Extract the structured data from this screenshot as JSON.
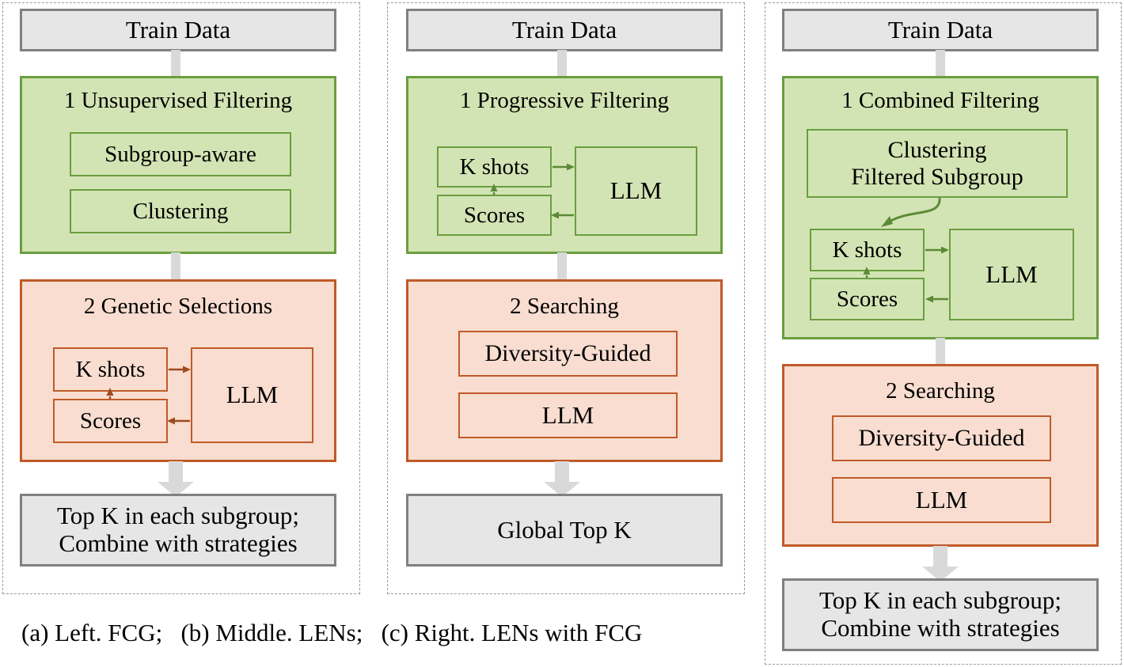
{
  "figure": {
    "caption": "(a) Left. FCG;   (b) Middle. LENs;   (c) Right. LENs with FCG"
  },
  "colors": {
    "gray_fill": "#e6e6e6",
    "gray_border": "#808080",
    "green_fill": "#d3e4b4",
    "green_border": "#6a9e3f",
    "salmon_fill": "#f8ddd0",
    "salmon_border": "#c05a28",
    "connector": "#d9d9d9",
    "panel_border": "#9a9a9a"
  },
  "panels": [
    {
      "id": "left",
      "name": "FCG",
      "input": "Train Data",
      "stage1": {
        "title": "1 Unsupervised Filtering",
        "items": [
          "Subgroup-aware",
          "Clustering"
        ]
      },
      "stage2": {
        "title": "2 Genetic Selections",
        "loop": {
          "shots": "K shots",
          "scores": "Scores",
          "model": "LLM"
        }
      },
      "output": "Top K in each subgroup;\nCombine with strategies"
    },
    {
      "id": "middle",
      "name": "LENs",
      "input": "Train Data",
      "stage1": {
        "title": "1 Progressive Filtering",
        "loop": {
          "shots": "K shots",
          "scores": "Scores",
          "model": "LLM"
        }
      },
      "stage2": {
        "title": "2 Searching",
        "items": [
          "Diversity-Guided",
          "LLM"
        ]
      },
      "output": "Global Top K"
    },
    {
      "id": "right",
      "name": "LENs with FCG",
      "input": "Train Data",
      "stage1": {
        "title": "1 Combined Filtering",
        "cluster_box": "Clustering\nFiltered Subgroup",
        "loop": {
          "shots": "K shots",
          "scores": "Scores",
          "model": "LLM"
        }
      },
      "stage2": {
        "title": "2 Searching",
        "items": [
          "Diversity-Guided",
          "LLM"
        ]
      },
      "output": "Top K in each subgroup;\nCombine with strategies"
    }
  ]
}
